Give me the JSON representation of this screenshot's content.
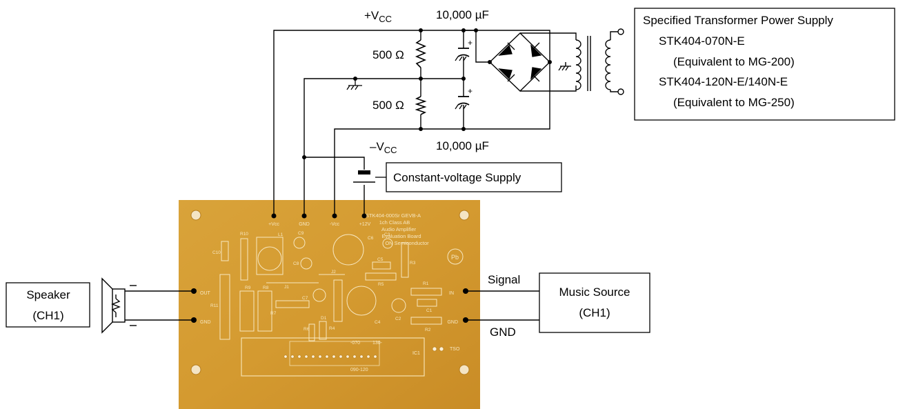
{
  "supply": {
    "vcc_plus_base": "+V",
    "vcc_minus_base": "–V",
    "vcc_sub": "CC",
    "cap_top": "10,000 µF",
    "cap_bottom": "10,000 µF",
    "res_top": "500 Ω",
    "res_bottom": "500 Ω",
    "cap_plus": "+"
  },
  "transformer_box": {
    "title": "Specified Transformer Power Supply",
    "line1": "STK404-070N-E",
    "line2": "(Equivalent to MG-200)",
    "line3": "STK404-120N-E/140N-E",
    "line4": "(Equivalent to MG-250)"
  },
  "constant_supply": {
    "label": "Constant-voltage Supply"
  },
  "speaker": {
    "label1": "Speaker",
    "label2": "(CH1)"
  },
  "music_source": {
    "label1": "Music Source",
    "label2": "(CH1)",
    "signal": "Signal",
    "gnd": "GND"
  },
  "board": {
    "title1": "STK404-000Sr GEVB-A",
    "title2": "1ch Class AB",
    "title3": "Audio Amplifier",
    "title4": "Evaluation Board",
    "title5": "ON Semiconductor",
    "pin_vcc": "+Vcc",
    "pin_gnd": "GND",
    "pin_mvcc": "-Vcc",
    "pin_12v": "+12V",
    "out": "OUT",
    "gnd_left": "GND",
    "in": "IN",
    "gnd_right": "GND",
    "ic1": "IC1",
    "tso": "TSO",
    "ic_070": "-070",
    "ic_130": "130-",
    "ic_range": "090-120",
    "pb": "Pb",
    "refs": {
      "r10": "R10",
      "c10": "C10",
      "l1": "L1",
      "c9": "C9",
      "c8": "C8",
      "c6": "C6",
      "c3": "C3",
      "c5": "C5",
      "r3": "R3",
      "r5": "R5",
      "r11": "R11",
      "j1": "J1",
      "j2": "J2",
      "r9": "R9",
      "r8": "R8",
      "r7": "R7",
      "c7": "C7",
      "r6": "R6",
      "d1": "D1",
      "r4": "R4",
      "c4": "C4",
      "c2": "C2",
      "r1": "R1",
      "c1": "C1",
      "r2": "R2"
    }
  }
}
